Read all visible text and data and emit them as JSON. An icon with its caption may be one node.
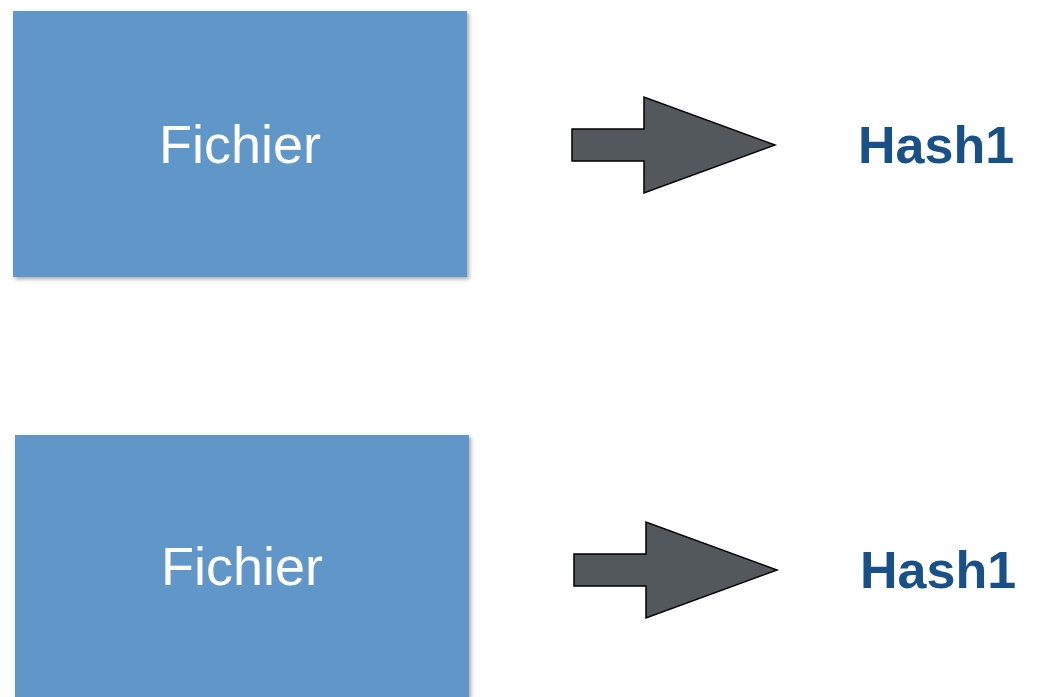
{
  "diagram": {
    "nodes": [
      {
        "text": [
          "Fichier"
        ]
      },
      {
        "text": [
          "Hash1"
        ]
      },
      {
        "text": [
          "Fichier"
        ]
      },
      {
        "text": [
          "Hash1"
        ]
      }
    ],
    "edges": [
      {
        "from": 0,
        "to": 1,
        "arrow": "to"
      },
      {
        "from": 2,
        "to": 3,
        "arrow": "to"
      }
    ]
  }
}
